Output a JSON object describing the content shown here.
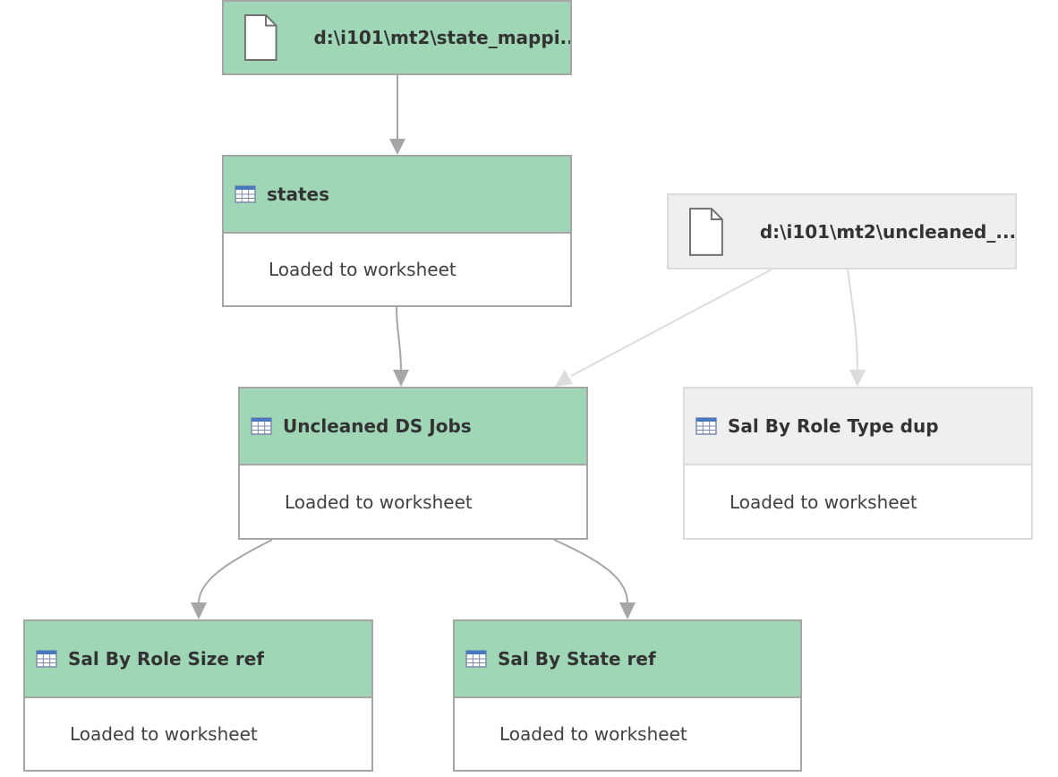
{
  "diagram": {
    "sources": [
      {
        "id": "src1",
        "title": "d:\\i101\\mt2\\state_mappi...",
        "icon": "file-icon",
        "state": "active"
      },
      {
        "id": "src2",
        "title": "d:\\i101\\mt2\\uncleaned_...",
        "icon": "file-icon",
        "state": "dimmed"
      }
    ],
    "queries": [
      {
        "id": "q-states",
        "title": "states",
        "status": "Loaded to worksheet",
        "icon": "table-icon",
        "state": "active"
      },
      {
        "id": "q-uncleaned",
        "title": "Uncleaned DS Jobs",
        "status": "Loaded to worksheet",
        "icon": "table-icon",
        "state": "active"
      },
      {
        "id": "q-salrole",
        "title": "Sal By Role Type dup",
        "status": "Loaded to worksheet",
        "icon": "table-icon",
        "state": "dimmed"
      },
      {
        "id": "q-salsize",
        "title": "Sal By Role Size ref",
        "status": "Loaded to worksheet",
        "icon": "table-icon",
        "state": "active"
      },
      {
        "id": "q-salstate",
        "title": "Sal By State ref",
        "status": "Loaded to worksheet",
        "icon": "table-icon",
        "state": "active"
      }
    ],
    "edges": [
      {
        "from": "src1",
        "to": "q-states",
        "state": "active"
      },
      {
        "from": "q-states",
        "to": "q-uncleaned",
        "state": "active"
      },
      {
        "from": "src2",
        "to": "q-uncleaned",
        "state": "dimmed"
      },
      {
        "from": "src2",
        "to": "q-salrole",
        "state": "dimmed"
      },
      {
        "from": "q-uncleaned",
        "to": "q-salsize",
        "state": "active"
      },
      {
        "from": "q-uncleaned",
        "to": "q-salstate",
        "state": "active"
      }
    ]
  },
  "colors": {
    "active_header": "#9fd6b6",
    "dimmed_header": "#efefef",
    "active_border": "#a6a6a6",
    "dimmed_border": "#dcdcdc",
    "active_edge": "#a6a6a6",
    "dimmed_edge": "#dcdcdc"
  }
}
